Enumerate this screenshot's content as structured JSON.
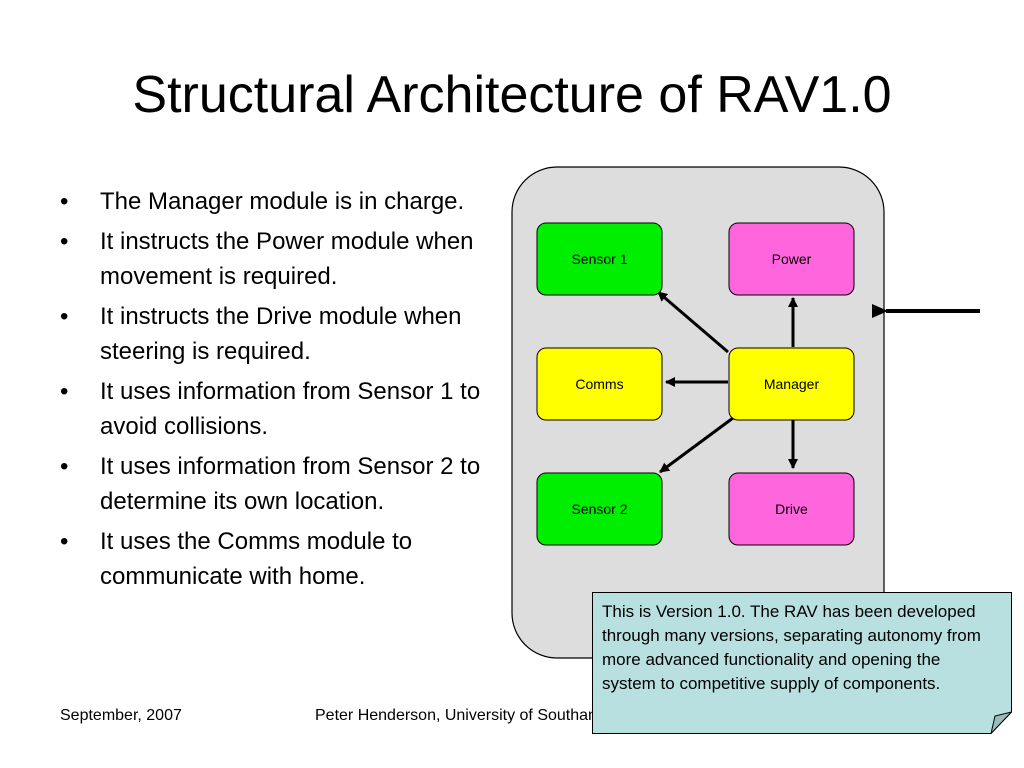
{
  "slide": {
    "title": "Structural Architecture of RAV1.0",
    "bullets": [
      "The Manager module is in charge.",
      "It instructs the Power module when movement is required.",
      "It instructs the Drive module when steering is required.",
      "It uses information from Sensor 1 to avoid collisions.",
      "It uses information from Sensor 2 to determine its own location.",
      "It uses the Comms module to communicate with home."
    ]
  },
  "diagram": {
    "modules": {
      "sensor1": "Sensor 1",
      "power": "Power",
      "comms": "Comms",
      "manager": "Manager",
      "sensor2": "Sensor 2",
      "drive": "Drive"
    },
    "colors": {
      "container": "#dddddd",
      "sensor": "#00ee00",
      "actuator": "#ff66dd",
      "core": "#ffff00"
    }
  },
  "note": {
    "text": "This is Version 1.0. The RAV has been developed through many versions, separating autonomy from more advanced functionality and opening the system to competitive supply of components.",
    "color": "#b9e0e0"
  },
  "footer": {
    "date": "September, 2007",
    "author": "Peter Henderson, University of Southampton"
  }
}
